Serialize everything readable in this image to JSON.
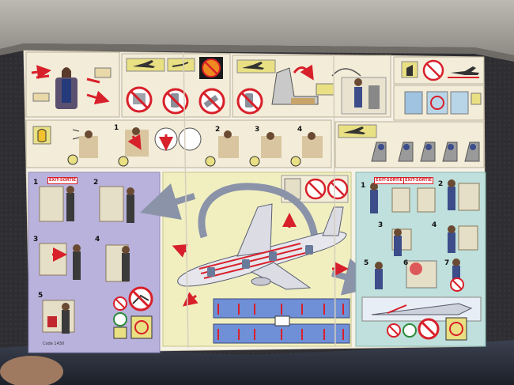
{
  "card": {
    "exit_labels": [
      "EXIT-SORTIE",
      "EXIT-SORTIE",
      "EXIT-SORTIE"
    ],
    "door_steps": [
      "1",
      "2",
      "3",
      "4",
      "5"
    ],
    "brace_steps": [
      "1",
      "2",
      "3",
      "4"
    ],
    "overwing_steps": [
      "1",
      "2",
      "3",
      "4",
      "5",
      "6",
      "7"
    ],
    "code_text": "Code 1430"
  },
  "colors": {
    "seat_interior": "#3a3a3c",
    "card_cream": "#f3ecd8",
    "card_border": "#f6f2e6",
    "panel_lavender": "#b9b2dc",
    "panel_pale_yellow": "#f1efc0",
    "panel_teal": "#bfe0dc",
    "arrow_red": "#d8202a",
    "prohibited_red": "#d8202a"
  },
  "icons": [
    "airplane-icon",
    "prohibited-icon",
    "arrow-icon",
    "person-icon",
    "seat-icon",
    "lifevest-icon",
    "clock-icon"
  ]
}
